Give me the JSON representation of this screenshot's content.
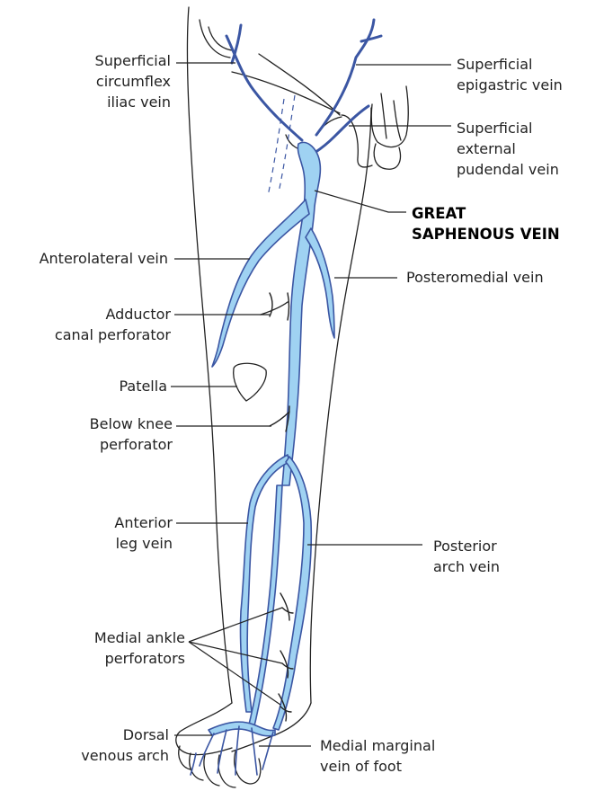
{
  "labels": {
    "superficial_circumflex_iliac_vein": [
      "Superficial",
      "circumflex",
      "iliac vein"
    ],
    "superficial_epigastric_vein": [
      "Superficial",
      "epigastric vein"
    ],
    "superficial_external_pudendal_vein": [
      "Superficial",
      "external",
      "pudendal vein"
    ],
    "great_saphenous_vein": [
      "GREAT",
      "SAPHENOUS VEIN"
    ],
    "anterolateral_vein": [
      "Anterolateral vein"
    ],
    "posteromedial_vein": [
      "Posteromedial vein"
    ],
    "adductor_canal_perforator": [
      "Adductor",
      "canal perforator"
    ],
    "patella": [
      "Patella"
    ],
    "below_knee_perforator": [
      "Below knee",
      "perforator"
    ],
    "anterior_leg_vein": [
      "Anterior",
      "leg vein"
    ],
    "posterior_arch_vein": [
      "Posterior",
      "arch vein"
    ],
    "medial_ankle_perforators": [
      "Medial ankle",
      "perforators"
    ],
    "dorsal_venous_arch": [
      "Dorsal",
      "venous arch"
    ],
    "medial_marginal_vein_of_foot": [
      "Medial marginal",
      "vein of foot"
    ]
  },
  "colors": {
    "vein_fill": "#9fd2f2",
    "vein_stroke": "#3b56a3",
    "outline": "#222222"
  }
}
